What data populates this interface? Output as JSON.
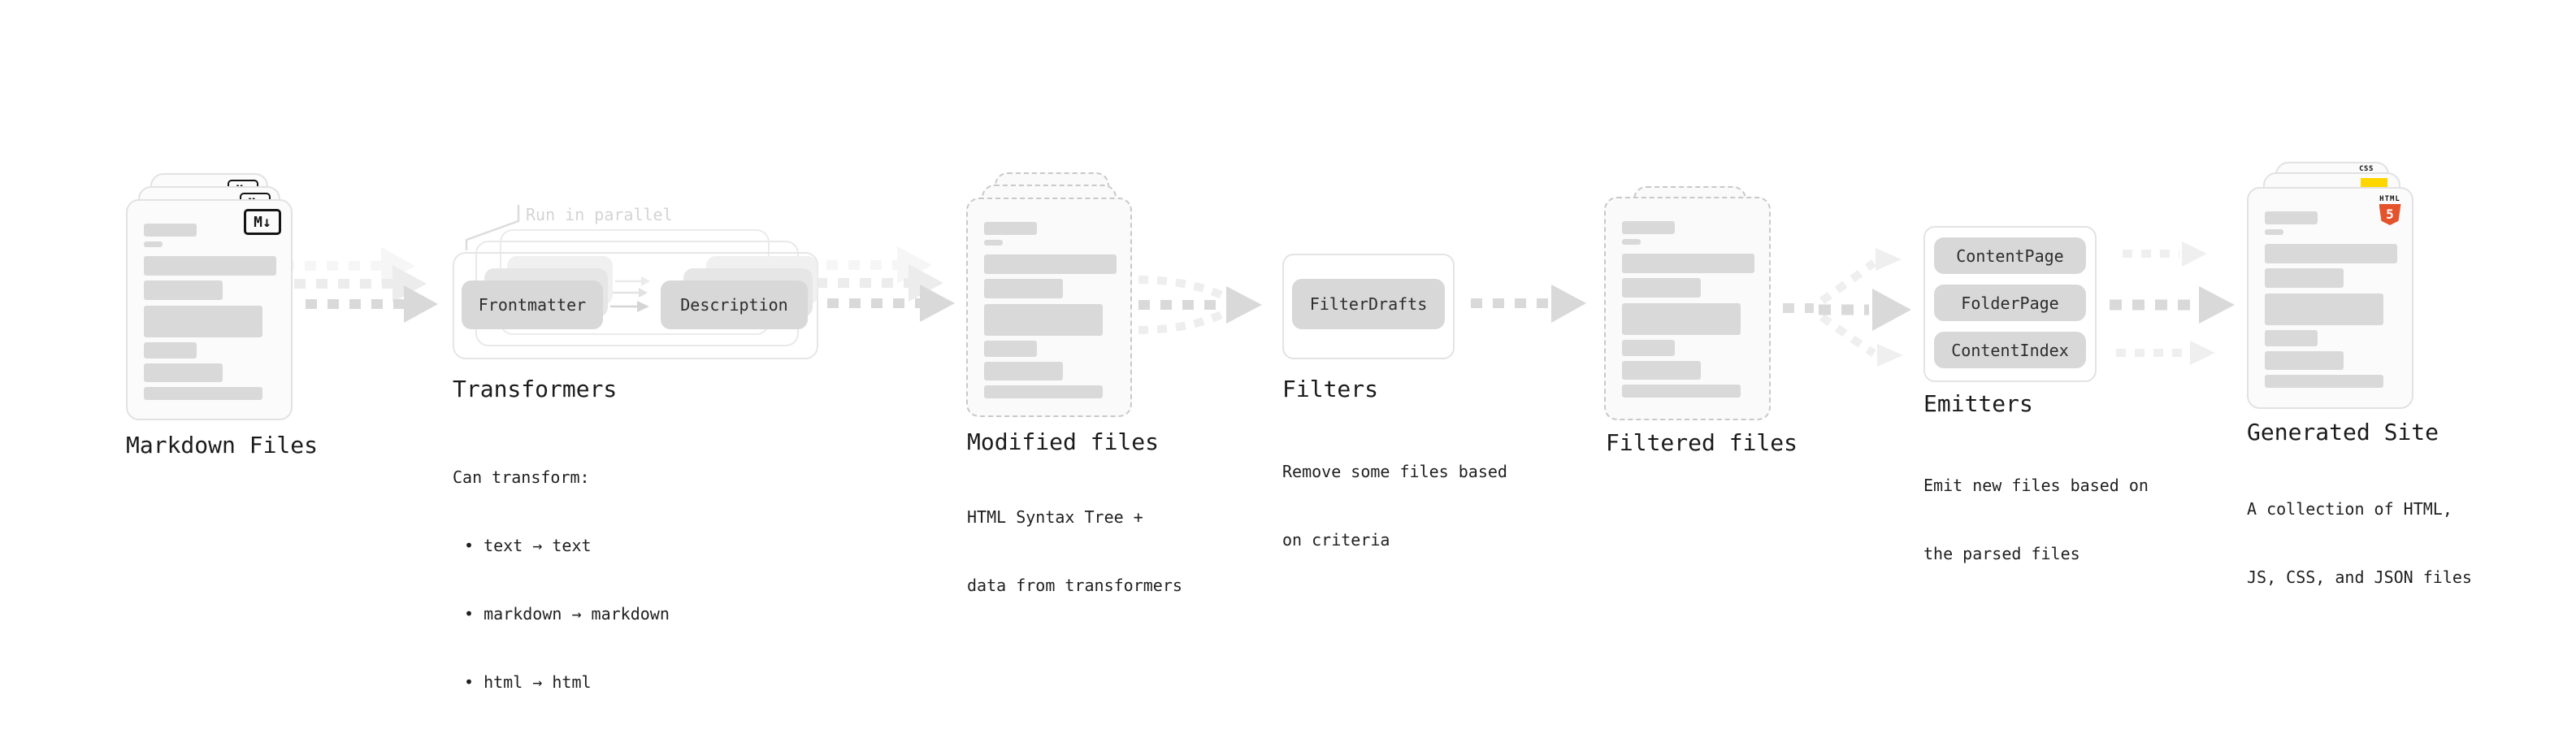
{
  "diagram": {
    "kind": "static-site-generator pipeline",
    "colors": {
      "bars": "#d9d9d9",
      "arrows_dark": "#d9d9d9",
      "arrows_light": "#eeeeee",
      "css_blue": "#2c6bee",
      "js_yellow": "#ffd600",
      "html5_orange": "#e5532d",
      "text": "#1b1b1b",
      "muted_annotation": "#d4d4d4"
    }
  },
  "markdown_files": {
    "label": "Markdown Files",
    "badge": "M↓"
  },
  "transformers": {
    "annotation": "Run in parallel",
    "pill_left": "Frontmatter",
    "pill_right": "Description",
    "title": "Transformers",
    "desc_heading": "Can transform:",
    "bullets": [
      "• text → text",
      "• markdown → markdown",
      "• html → html"
    ]
  },
  "modified_files": {
    "label": "Modified files",
    "subtitle_line1": "HTML Syntax Tree +",
    "subtitle_line2": "data from transformers"
  },
  "filters": {
    "pill": "FilterDrafts",
    "title": "Filters",
    "subtitle_line1": "Remove some files based",
    "subtitle_line2": "on criteria"
  },
  "filtered_files": {
    "label": "Filtered files"
  },
  "emitters": {
    "pills": [
      "ContentPage",
      "FolderPage",
      "ContentIndex"
    ],
    "title": "Emitters",
    "subtitle_line1": "Emit new files based on",
    "subtitle_line2": "the parsed files"
  },
  "generated_site": {
    "label": "Generated Site",
    "subtitle_line1": "A collection of HTML,",
    "subtitle_line2": "JS, CSS, and JSON files",
    "badge_css": "CSS",
    "badge_html_word": "HTML",
    "badge_html_number": "5"
  }
}
